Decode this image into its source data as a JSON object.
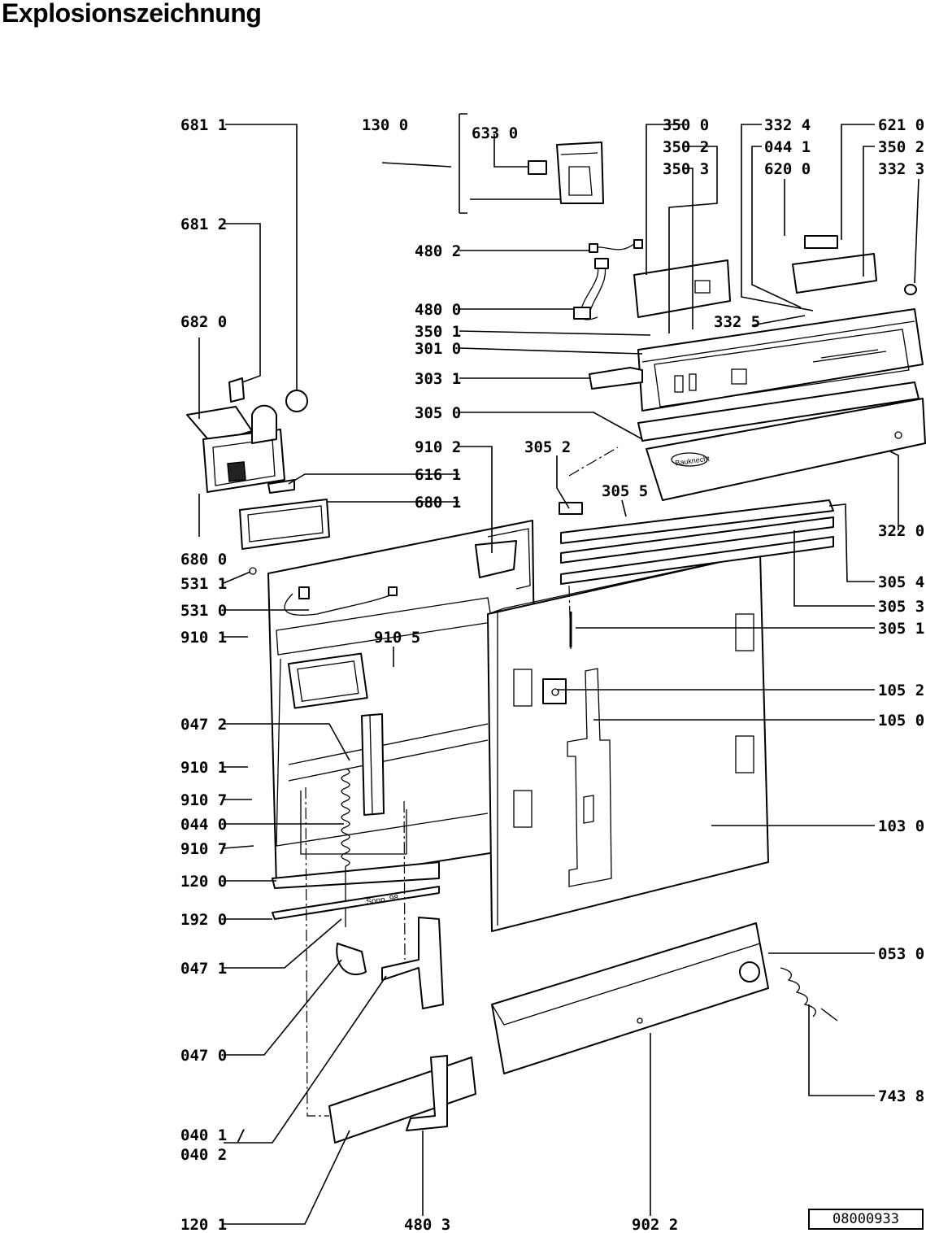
{
  "title": "Explosionszeichnung",
  "reference_number": "08000933",
  "brand_mark": "Bauknecht",
  "stamp": "Sonn..98",
  "labels": [
    {
      "id": "l6811",
      "text": "681 1"
    },
    {
      "id": "l1300",
      "text": "130 0"
    },
    {
      "id": "l6330",
      "text": "633 0"
    },
    {
      "id": "l3500",
      "text": "350 0"
    },
    {
      "id": "l3502a",
      "text": "350 2"
    },
    {
      "id": "l3503",
      "text": "350 3"
    },
    {
      "id": "l3324",
      "text": "332 4"
    },
    {
      "id": "l0441",
      "text": "044 1"
    },
    {
      "id": "l6200",
      "text": "620 0"
    },
    {
      "id": "l6210",
      "text": "621 0"
    },
    {
      "id": "l3502b",
      "text": "350 2"
    },
    {
      "id": "l3323",
      "text": "332 3"
    },
    {
      "id": "l6812",
      "text": "681 2"
    },
    {
      "id": "l4802",
      "text": "480 2"
    },
    {
      "id": "l6820",
      "text": "682 0"
    },
    {
      "id": "l4800",
      "text": "480 0"
    },
    {
      "id": "l3501",
      "text": "350 1"
    },
    {
      "id": "l3010",
      "text": "301 0"
    },
    {
      "id": "l3325",
      "text": "332 5"
    },
    {
      "id": "l3031",
      "text": "303 1"
    },
    {
      "id": "l3050",
      "text": "305 0"
    },
    {
      "id": "l9102",
      "text": "910 2"
    },
    {
      "id": "l3052",
      "text": "305 2"
    },
    {
      "id": "l6161",
      "text": "616 1"
    },
    {
      "id": "l3055",
      "text": "305 5"
    },
    {
      "id": "l6801",
      "text": "680 1"
    },
    {
      "id": "l3220",
      "text": "322 0"
    },
    {
      "id": "l6800",
      "text": "680 0"
    },
    {
      "id": "l5311",
      "text": "531 1"
    },
    {
      "id": "l5310",
      "text": "531 0"
    },
    {
      "id": "l3054",
      "text": "305 4"
    },
    {
      "id": "l3053",
      "text": "305 3"
    },
    {
      "id": "l9101a",
      "text": "910 1"
    },
    {
      "id": "l9105",
      "text": "910 5"
    },
    {
      "id": "l3051",
      "text": "305 1"
    },
    {
      "id": "l1052",
      "text": "105 2"
    },
    {
      "id": "l0472",
      "text": "047 2"
    },
    {
      "id": "l1050",
      "text": "105 0"
    },
    {
      "id": "l9101b",
      "text": "910 1"
    },
    {
      "id": "l9107a",
      "text": "910 7"
    },
    {
      "id": "l0440",
      "text": "044 0"
    },
    {
      "id": "l1030",
      "text": "103 0"
    },
    {
      "id": "l9107b",
      "text": "910 7"
    },
    {
      "id": "l1200",
      "text": "120 0"
    },
    {
      "id": "l1920",
      "text": "192 0"
    },
    {
      "id": "l0471",
      "text": "047 1"
    },
    {
      "id": "l0530",
      "text": "053 0"
    },
    {
      "id": "l0470",
      "text": "047 0"
    },
    {
      "id": "l7438",
      "text": "743 8"
    },
    {
      "id": "l0401",
      "text": "040 1 /"
    },
    {
      "id": "l0402",
      "text": "040 2"
    },
    {
      "id": "l1201",
      "text": "120 1"
    },
    {
      "id": "l4803",
      "text": "480 3"
    },
    {
      "id": "l9022",
      "text": "902 2"
    }
  ]
}
